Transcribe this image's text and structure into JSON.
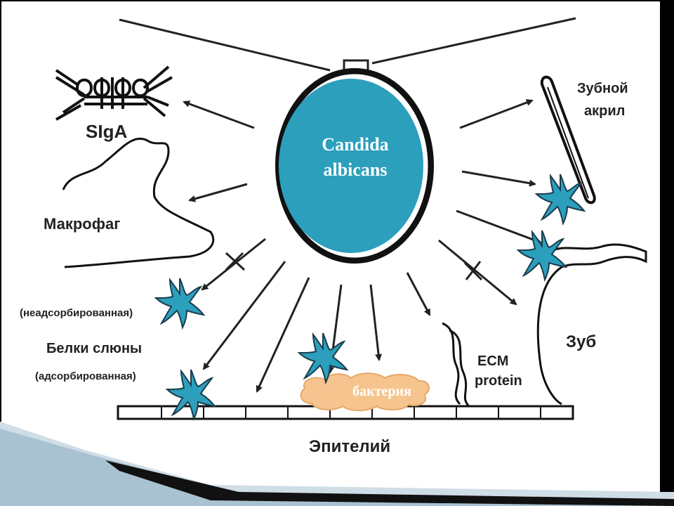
{
  "center": {
    "line1": "Candida",
    "line2": "albicans",
    "fill": "#2c9fbd"
  },
  "labels": {
    "sIgA": "SIgA",
    "macrophage": "Макрофаг",
    "unadsorbed": "(неадсорбированная)",
    "saliva_proteins": "Белки слюны",
    "adsorbed": "(адсорбированная)",
    "denture_line1": "Зубной",
    "denture_line2": "акрил",
    "ecm_line1": "ECM",
    "ecm_line2": "protein",
    "tooth": "Зуб",
    "epithelium": "Эпителий",
    "bacteria": "бактерия"
  },
  "colors": {
    "star": "#2c9fbd",
    "bacteria": "#f6c48f",
    "ink": "#222222",
    "frame": "#000000"
  }
}
